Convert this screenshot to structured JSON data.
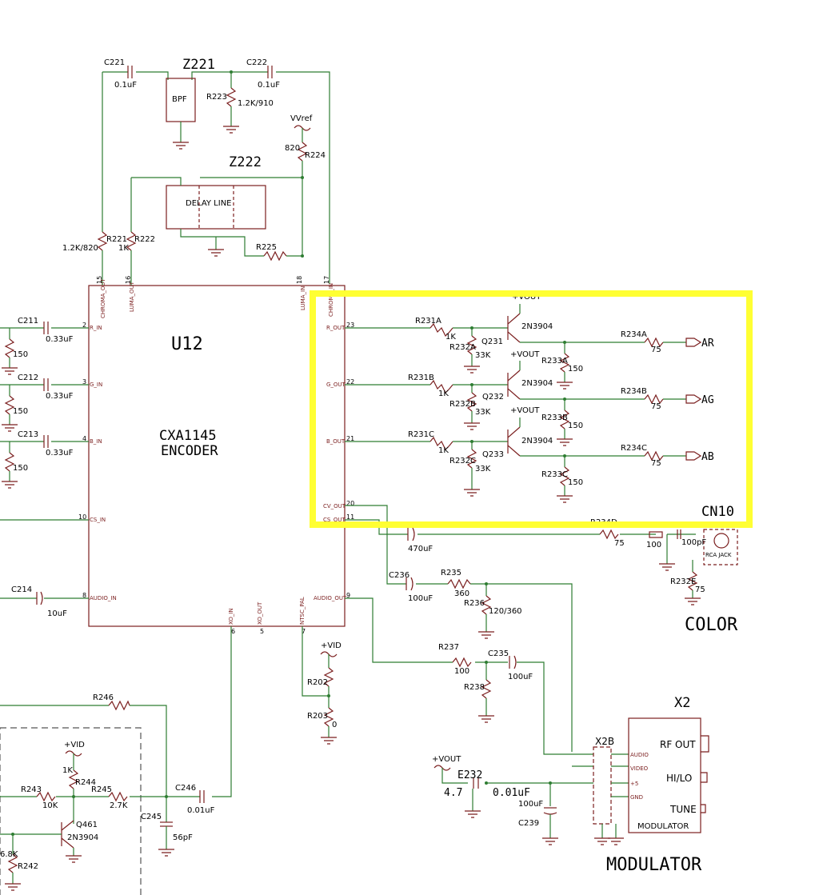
{
  "blocks": {
    "u12_ref": "U12",
    "u12_name": "CXA1145",
    "u12_sub": "ENCODER",
    "z221": "Z221",
    "z222": "Z222",
    "bpf": "BPF",
    "delay": "DELAY LINE",
    "cn10": "CN10",
    "color": "COLOR",
    "x2": "X2",
    "x2b": "X2B",
    "modulator": "MODULATOR",
    "mod_small": "MODULATOR",
    "rf_out": "RF OUT",
    "hi_lo": "HI/LO",
    "tune": "TUNE",
    "rca": "RCA JACK"
  },
  "pins": {
    "r_in": "R_IN",
    "g_in": "G_IN",
    "b_in": "B_IN",
    "cs_in": "CS_IN",
    "audio_in": "AUDIO_IN",
    "chroma_out": "CHROMA_OUT",
    "luma_out": "LUMA_OUT",
    "luma_in": "LUMA_IN",
    "chroma_in": "CHROMA_IN",
    "r_out": "R_OUT",
    "g_out": "G_OUT",
    "b_out": "B_OUT",
    "cv_out": "CV_OUT",
    "cs_out": "CS_OUT",
    "audio_out": "AUDIO_OUT",
    "xo_in": "XO_IN",
    "xo_out": "XO_OUT",
    "ntsc_pal": "NTSC_PAL",
    "mod_audio": "AUDIO",
    "mod_video": "VIDEO",
    "mod_5v": "+5",
    "mod_gnd": "GND"
  },
  "pin_numbers": {
    "p2": "2",
    "p3": "3",
    "p4": "4",
    "p10": "10",
    "p8": "8",
    "p15": "15",
    "p16": "16",
    "p18": "18",
    "p17": "17",
    "p23": "23",
    "p22": "22",
    "p21": "21",
    "p20": "20",
    "p11": "11",
    "p9": "9",
    "p6": "6",
    "p5": "5",
    "p7": "7"
  },
  "components": {
    "c221": "C221",
    "c221v": "0.1uF",
    "c222": "C222",
    "c222v": "0.1uF",
    "r223": "R223",
    "r223v": "1.2K/910",
    "vvref": "VVref",
    "r224": "R224",
    "r224v": "820",
    "r221": "R221",
    "r221v": "1.2K/820",
    "r222": "R222",
    "r222v": "1K",
    "r225": "R225",
    "c211": "C211",
    "c211v": "0.33uF",
    "c212": "C212",
    "c212v": "0.33uF",
    "c213": "C213",
    "c213v": "0.33uF",
    "r150a": "150",
    "r150b": "150",
    "r150c": "150",
    "c214": "C214",
    "c214v": "10uF",
    "r231a": "R231A",
    "r231av": "1K",
    "r232a": "R232A",
    "r232av": "33K",
    "q231": "Q231",
    "q231t": "2N3904",
    "r233a": "R233A",
    "r233av": "150",
    "r234a": "R234A",
    "r234av": "75",
    "ar": "AR",
    "r231b": "R231B",
    "r231bv": "1K",
    "r232b": "R232B",
    "r232bv": "33K",
    "q232": "Q232",
    "q232t": "2N3904",
    "r233b": "R233B",
    "r233bv": "150",
    "r234b": "R234B",
    "r234bv": "75",
    "ag": "AG",
    "r231c": "R231C",
    "r231cv": "1K",
    "r232c": "R232C",
    "r232cv": "33K",
    "q233": "Q233",
    "q233t": "2N3904",
    "r233c": "R233C",
    "r233cv": "150",
    "r234c": "R234C",
    "r234cv": "75",
    "ab": "AB",
    "vout1": "+VOUT",
    "vout2": "+VOUT",
    "vout3": "+VOUT",
    "vout4": "+VOUT",
    "r234d": "R234D",
    "r234dv": "75",
    "cap470": "470uF",
    "l221v": "100",
    "c100p": "100pF",
    "r232e": "R232E",
    "r232ev": "75",
    "c236": "C236",
    "c236v": "100uF",
    "r235": "R235",
    "r235v": "360",
    "r236": "R236",
    "r236v": "120/360",
    "r237": "R237",
    "r237v": "100",
    "c235": "C235",
    "c235v": "100uF",
    "r238": "R238",
    "vid1": "+VID",
    "r202": "R202",
    "r203": "R203",
    "r203v": "0",
    "r246": "R246",
    "vid2": "+VID",
    "r244": "R244",
    "r244v": "1K",
    "r243": "R243",
    "r243v": "10K",
    "r245": "R245",
    "r245v": "2.7K",
    "c246": "C246",
    "c246v": "0.01uF",
    "c245": "C245",
    "c245v": "56pF",
    "q461": "Q461",
    "q461t": "2N3904",
    "r242": "R242",
    "r242v": "6.8K",
    "e232": "E232",
    "e232v": "4.7",
    "c001": "0.01uF",
    "c239": "C239",
    "c239v": "100uF"
  },
  "colors": {
    "wire": "#2e7d32",
    "part": "#7b1f1f",
    "highlight": "#ffff33"
  }
}
